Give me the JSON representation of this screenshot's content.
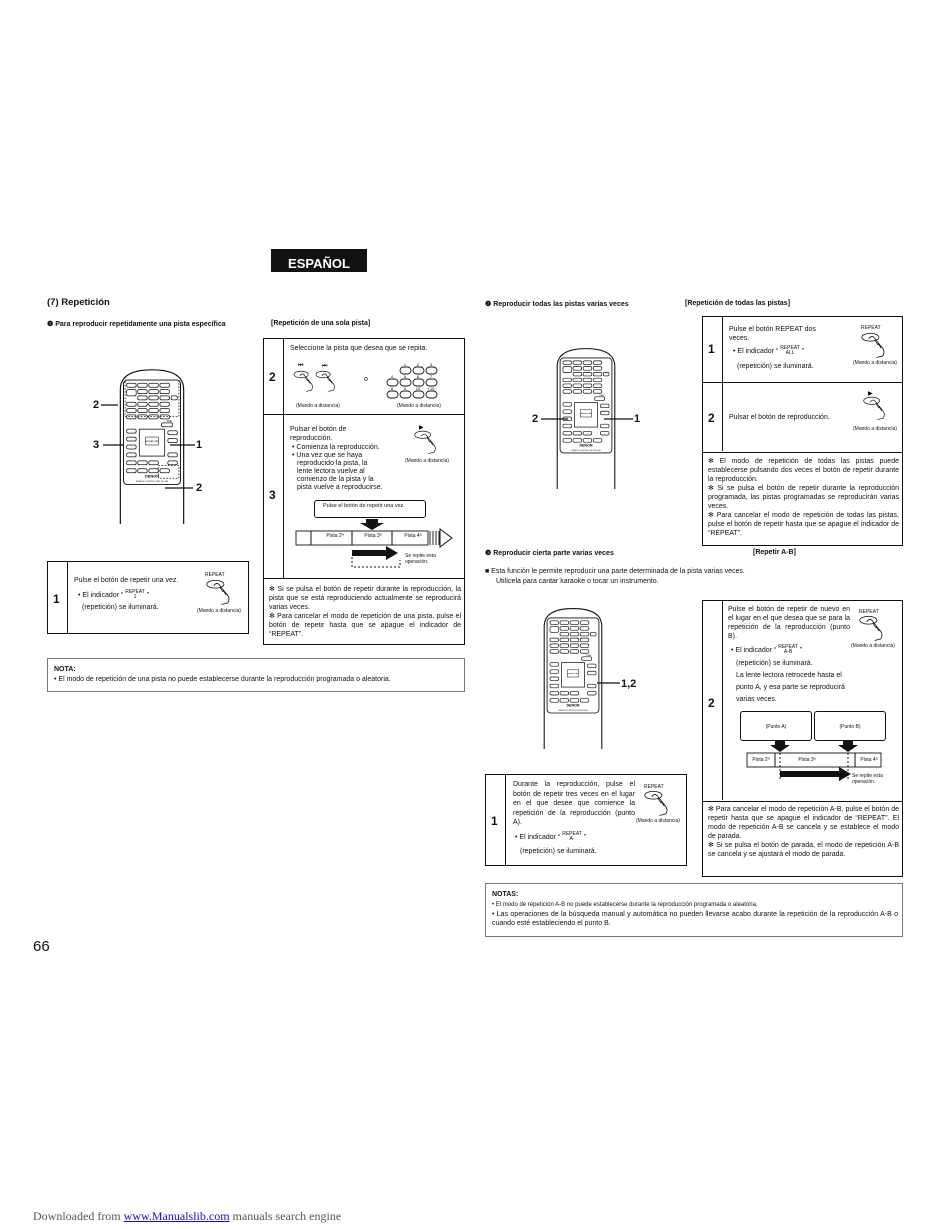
{
  "lang_tab": "ESPAÑOL",
  "section_title": "(7)  Repetición",
  "page_number": "66",
  "s1": {
    "heading": "❶   Para reproducir repetidamente una pista específica",
    "bracket": "[Repetición de una sola pista]",
    "callouts": [
      "2",
      "3",
      "1",
      "2"
    ],
    "step1": {
      "num": "1",
      "text": "Pulse el botón de repetir una vez.",
      "bullet": "• El indicador “",
      "ind_top": "REPEAT",
      "ind_bot": "1",
      "bullet_end": "”",
      "text2": "(repetición) se iluminará.",
      "btn_label": "REPEAT",
      "remote_caption": "(Mando a distancia)"
    },
    "step2": {
      "num": "2",
      "text": "Seleccione la pista que desea que se repita.",
      "or": "o",
      "caption_left": "(Mando a distancia)",
      "caption_right": "(Mando a distancia)"
    },
    "step3": {
      "num": "3",
      "line1": "Pulsar el botón de",
      "line2": "reproducción.",
      "b1": "• Comienza la reproducción.",
      "b2a": "• Una vez que se haya",
      "b2b": "reproducido la pista, la",
      "b2c": "lente lectora vuelve al",
      "b2d": "comienzo de la pista y la",
      "b2e": "pista vuelve a reproducirse.",
      "remote_caption": "(Mando a distancia)",
      "callout": "Pulse el botón de repetir una vez.",
      "tracks": [
        "Pista 2ª",
        "Pista 3ª",
        "Pista 4ª"
      ],
      "repeat_caption": "Se repite esta operación."
    },
    "notes": [
      "✻ Si se pulsa el botón de repetir durante la reproducción, la pista que se está reproduciendo actualmente se reproducirá varias veces.",
      "✻ Para cancelar el modo de repetición de una pista, pulse el botón de repetir hasta que se apague el indicador de “REPEAT”."
    ],
    "nota_title": "NOTA:",
    "nota_text": "• El modo de repetición de una pista no puede establecerse durante la reproducción programada o aleatoria."
  },
  "s2": {
    "heading": "❷   Reproducir todas las pistas varias veces",
    "bracket": "[Repetición de todas las pistas]",
    "callouts": [
      "2",
      "1"
    ],
    "step1": {
      "num": "1",
      "line1": "Pulse el botón REPEAT dos",
      "line2": "veces.",
      "bullet": "• El indicador “",
      "ind_top": "REPEAT",
      "ind_bot": "ALL",
      "bullet_end": "”",
      "text2": "(repetición) se iluminará.",
      "btn_label": "REPEAT",
      "remote_caption": "(Mando a distancia)"
    },
    "step2": {
      "num": "2",
      "text": "Pulsar el botón de reproducción.",
      "remote_caption": "(Mando a distancia)"
    },
    "notes": [
      "✻ El modo de repetición de todas las pistas puede establecerse pulsando dos veces el botón de repetir durante la reproducción.",
      "✻ Si se pulsa el botón de repetir durante la reproducción programada, las pistas programadas se reproducirán varias veces.",
      "✻ Para cancelar el modo de repetición de todas las pistas, pulse el botón de repetir hasta que se apague el indicador de “REPEAT”."
    ]
  },
  "s3": {
    "heading": "❸   Reproducir cierta parte varias veces",
    "bracket": "[Repetir A-B]",
    "intro1": "■  Esta función le permite reproducir una parte determinada de la pista varias veces.",
    "intro2": "Utilícela para cantar karaoke o tocar un instrumento.",
    "callout": "1,2",
    "step1": {
      "num": "1",
      "text": "Durante la reproducción, pulse el botón de repetir tres veces en el lugar en el que desee que comience la repetición de la reproducción (punto A).",
      "bullet": "• El indicador “",
      "ind_top": "REPEAT",
      "ind_bot": "A-",
      "bullet_end": "”",
      "text2": "(repetición) se iluminará.",
      "btn_label": "REPEAT",
      "remote_caption": "(Mando a distancia)"
    },
    "step2": {
      "num": "2",
      "text": "Pulse el botón de repetir de nuevo en el lugar en el que desea que se para la repetición de la reproducción (punto B).",
      "bullet": "• El indicador “",
      "ind_top": "REPEAT",
      "ind_bot": "A-B",
      "bullet_end": "”",
      "text2": "(repetición) se iluminará.",
      "text3a": "La lente lectora retrocede hasta el",
      "text3b": "punto A, y esa parte se reproducirá",
      "text3c": "varias veces.",
      "btn_label": "REPEAT",
      "remote_caption": "(Mando a distancia)",
      "point_a": "(Punto A)",
      "point_b": "(Punto B)",
      "tracks": [
        "Pista 2ª",
        "Pista 3ª",
        "Pista 4ª"
      ],
      "repeat_caption": "Se repite esta operación."
    },
    "notes": [
      "✻ Para cancelar el modo de repetición A-B, pulse el botón de repetir hasta que se apague el indicador de “REPEAT”. El modo de repetición A-B se cancela y se establece el modo de parada.",
      "✻ Si se pulsa el botón de parada, el modo de repetición A-B se cancela y se ajustará el modo de parada."
    ],
    "notas_title": "NOTAS:",
    "notas": [
      "• El modo de repetición A-B no puede establecerse durante la reproducción programada o aleatoria.",
      "• Las operaciones de la búsqueda manual y automática no pueden llevarse acabo durante la repetición de la reproducción A-B o cuando esté estableciendo el punto B."
    ]
  },
  "remote": {
    "brand": "DENON",
    "model": "REMOTE CONTROL UNIT   RC-266",
    "time_label": "TIME"
  },
  "footer": {
    "prefix": "Downloaded from ",
    "link": "www.Manualslib.com",
    "suffix": " manuals search engine"
  }
}
